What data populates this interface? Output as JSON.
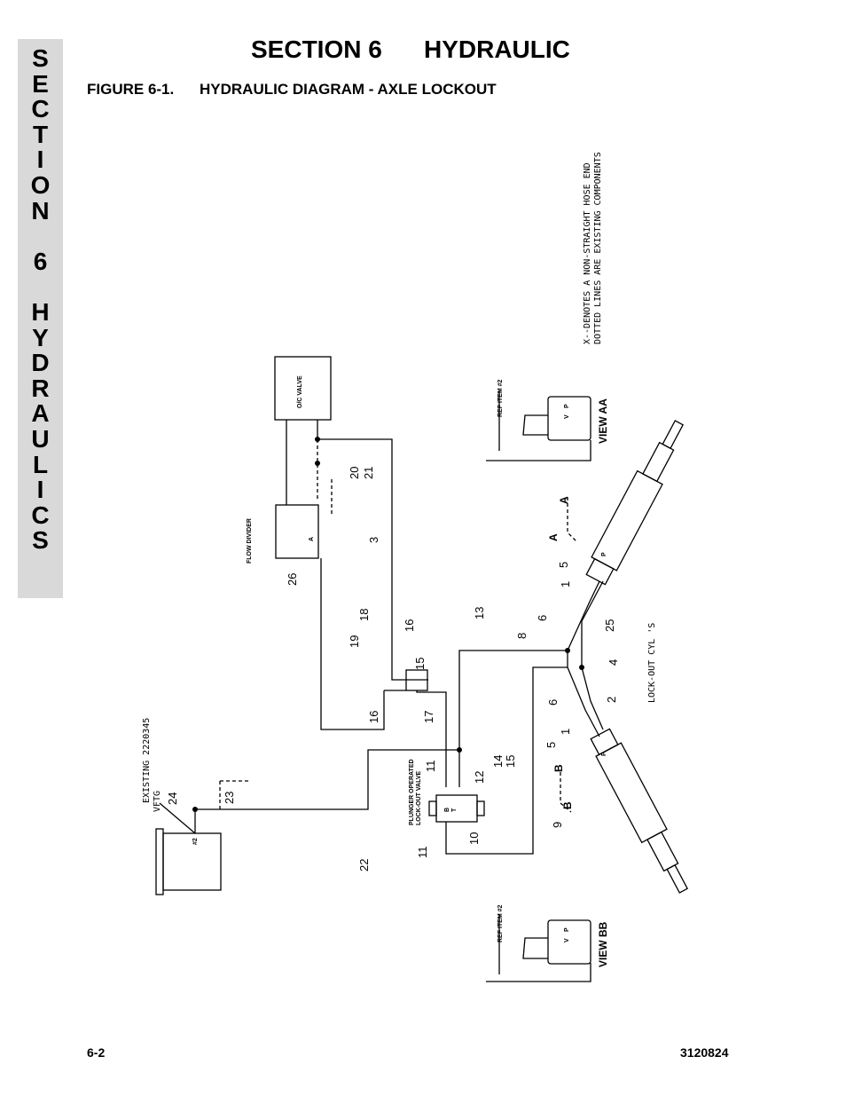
{
  "side_tab": {
    "letters": [
      "S",
      "E",
      "C",
      "T",
      "I",
      "O",
      "N",
      " ",
      "6",
      " ",
      "H",
      "Y",
      "D",
      "R",
      "A",
      "U",
      "L",
      "I",
      "C",
      "S"
    ]
  },
  "header": {
    "section_num": "SECTION 6",
    "section_name": "HYDRAULIC"
  },
  "figure": {
    "number": "FIGURE 6-1.",
    "title": "HYDRAULIC DIAGRAM - AXLE LOCKOUT"
  },
  "footer": {
    "page": "6-2",
    "doc_number": "3120824"
  },
  "diagram": {
    "notes": {
      "line1": "X--DENOTES A NON-STRAIGHT HOSE END",
      "line2": "DOTTED LINES ARE EXISTING COMPONENTS"
    },
    "components": {
      "oc_valve": "O/C VALVE",
      "flow_divider": "FLOW DIVIDER",
      "flow_divider_port": "A",
      "lockout_valve_1": "PLUNGER OPERATED",
      "lockout_valve_2": "LOCK-OUT VALVE",
      "lockout_cyls": "LOCK-OUT CYL 'S",
      "existing_1": "EXISTING 2220345",
      "existing_2": "VFTG",
      "tank_port": "#2",
      "ref_item_aa": "REF ITEM #2",
      "ref_item_bb": "REF ITEM #2",
      "view_aa": "VIEW AA",
      "view_bb": "VIEW BB",
      "arrow_a": "A",
      "arrow_b": "B",
      "port_v": "V",
      "port_p": "P",
      "port_t": "T",
      "port_b": "B"
    },
    "callouts": {
      "c1": "1",
      "c2": "2",
      "c3": "3",
      "c4": "4",
      "c5": "5",
      "c6": "6",
      "c8": "8",
      "c9": "9",
      "c10": "10",
      "c11": "11",
      "c12": "12",
      "c13": "13",
      "c14": "14",
      "c15": "15",
      "c16": "16",
      "c17": "17",
      "c18": "18",
      "c19": "19",
      "c20": "20",
      "c21": "21",
      "c22": "22",
      "c23": "23",
      "c24": "24",
      "c25": "25",
      "c26": "26"
    }
  }
}
